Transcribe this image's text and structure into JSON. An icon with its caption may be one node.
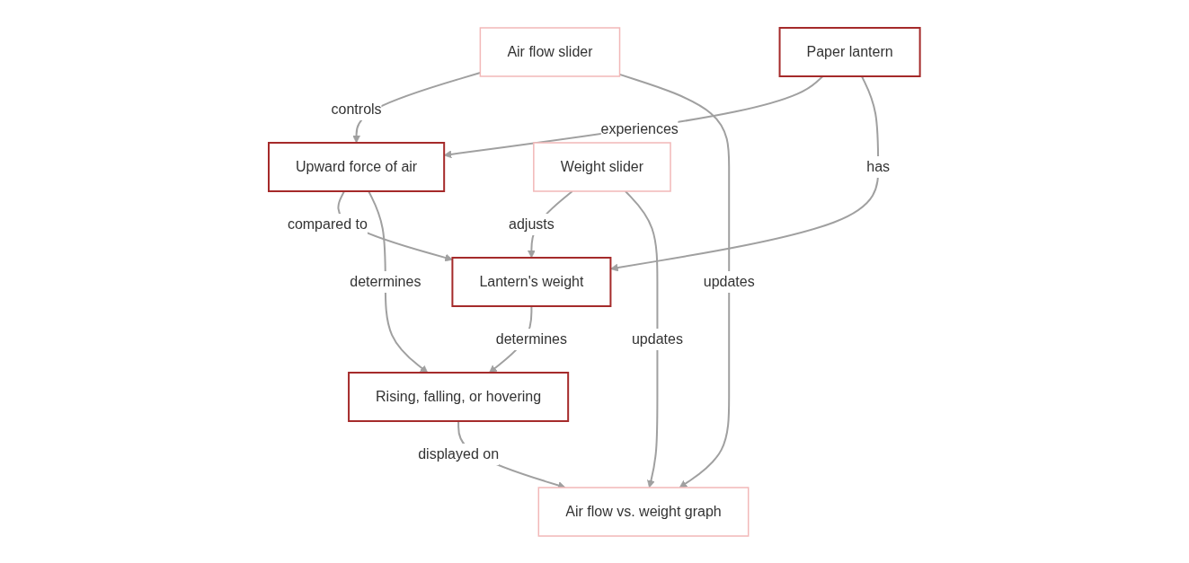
{
  "diagram": {
    "nodes": [
      {
        "text": [
          "Air flow slider"
        ]
      },
      {
        "text": [
          "Paper lantern"
        ]
      },
      {
        "text": [
          "Upward force of air"
        ]
      },
      {
        "text": [
          "Weight slider"
        ]
      },
      {
        "text": [
          "Lantern's weight"
        ]
      },
      {
        "text": [
          "Rising, falling, or hovering"
        ]
      },
      {
        "text": [
          "Air flow vs. weight graph"
        ]
      }
    ],
    "edges": [
      {
        "from": 0,
        "to": 2,
        "arrow": "to",
        "label": "controls"
      },
      {
        "from": 1,
        "to": 2,
        "arrow": "to",
        "label": "experiences"
      },
      {
        "from": 3,
        "to": 4,
        "arrow": "to",
        "label": "adjusts"
      },
      {
        "from": 1,
        "to": 4,
        "arrow": "to",
        "label": "has"
      },
      {
        "from": 2,
        "to": 4,
        "arrow": "to",
        "label": "compared to"
      },
      {
        "from": 2,
        "to": 5,
        "arrow": "to",
        "label": "determines"
      },
      {
        "from": 4,
        "to": 5,
        "arrow": "to",
        "label": "determines"
      },
      {
        "from": 5,
        "to": 6,
        "arrow": "to",
        "label": "displayed on"
      },
      {
        "from": 3,
        "to": 6,
        "arrow": "to",
        "label": "updates"
      },
      {
        "from": 0,
        "to": 6,
        "arrow": "to",
        "label": "updates"
      }
    ]
  }
}
